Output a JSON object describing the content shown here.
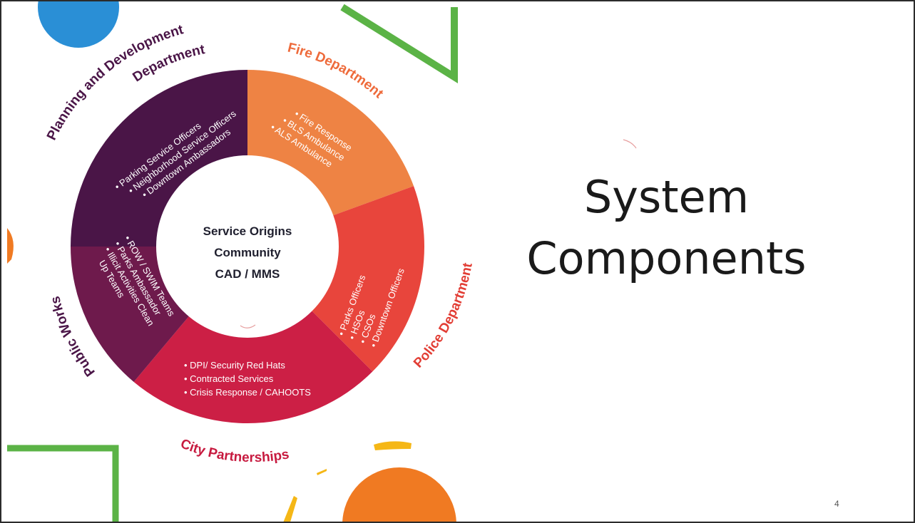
{
  "slide": {
    "title_line1": "System",
    "title_line2": "Components",
    "slide_number": "4"
  },
  "center": {
    "line1": "Service Origins",
    "line2": "Community",
    "line3": "CAD / MMS"
  },
  "departments": {
    "planning": {
      "name_line1": "Planning and Development",
      "name_line2": "Department",
      "color": "#4a1547",
      "items": [
        "• Parking Service Officers",
        "• Neighborhood Service Officers",
        "• Downtown Ambassadors"
      ]
    },
    "fire": {
      "name": "Fire Department",
      "color": "#ee8344",
      "label_color": "#ee6a3a",
      "items": [
        "• Fire Response",
        "• BLS Ambulance",
        "• ALS Ambulance"
      ]
    },
    "police": {
      "name": "Police Department",
      "color": "#e8453c",
      "label_color": "#e23d34",
      "items": [
        "• Parks Officers",
        "• HSOs",
        "• CSOs",
        "• Downtown Officers"
      ]
    },
    "city": {
      "name": "City Partnerships",
      "color": "#cc1f45",
      "label_color": "#c71a3f",
      "items": [
        "• DPI/ Security Red Hats",
        "• Contracted Services",
        "• Crisis Response / CAHOOTS"
      ]
    },
    "public_works": {
      "name": "Public Works",
      "color": "#6e1a4c",
      "label_color": "#4a1547",
      "items": [
        "• ROW / SWIM Teams",
        "• Parks Ambassador",
        "• Illicit Activities Clean",
        "Up Teams"
      ]
    }
  },
  "decor_colors": {
    "blue": "#2a8fd6",
    "green": "#5bb346",
    "orange": "#f07a22",
    "yellow": "#f5b716"
  }
}
